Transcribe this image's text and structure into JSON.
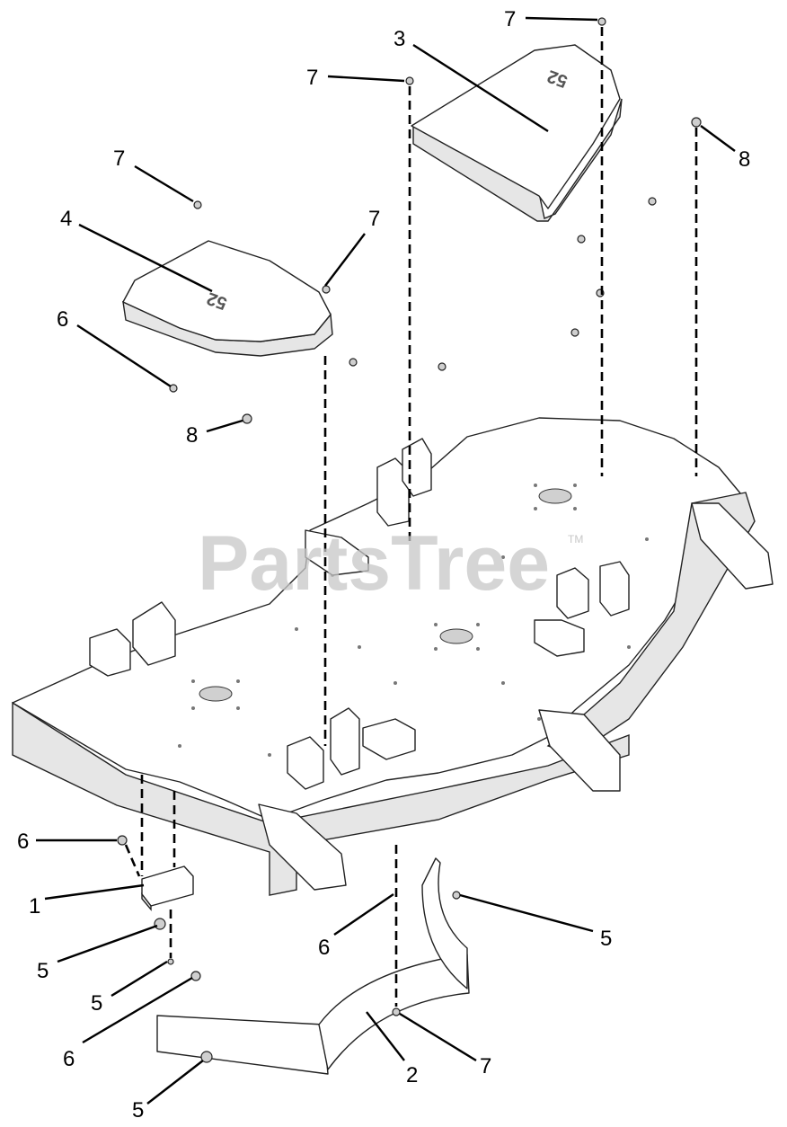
{
  "watermark": {
    "text": "PartsTree",
    "tm": "TM"
  },
  "embossed": {
    "cover_right": "52",
    "cover_left": "52"
  },
  "callouts": [
    {
      "id": "c7a",
      "label": "7"
    },
    {
      "id": "c3",
      "label": "3"
    },
    {
      "id": "c7b",
      "label": "7"
    },
    {
      "id": "c8a",
      "label": "8"
    },
    {
      "id": "c7c",
      "label": "7"
    },
    {
      "id": "c4",
      "label": "4"
    },
    {
      "id": "c7d",
      "label": "7"
    },
    {
      "id": "c6a",
      "label": "6"
    },
    {
      "id": "c8b",
      "label": "8"
    },
    {
      "id": "c6b",
      "label": "6"
    },
    {
      "id": "c1",
      "label": "1"
    },
    {
      "id": "c5a",
      "label": "5"
    },
    {
      "id": "c5b",
      "label": "5"
    },
    {
      "id": "c6c",
      "label": "6"
    },
    {
      "id": "c5c",
      "label": "5"
    },
    {
      "id": "c6d",
      "label": "6"
    },
    {
      "id": "c5d",
      "label": "5"
    },
    {
      "id": "c2",
      "label": "2"
    },
    {
      "id": "c7e",
      "label": "7"
    }
  ]
}
